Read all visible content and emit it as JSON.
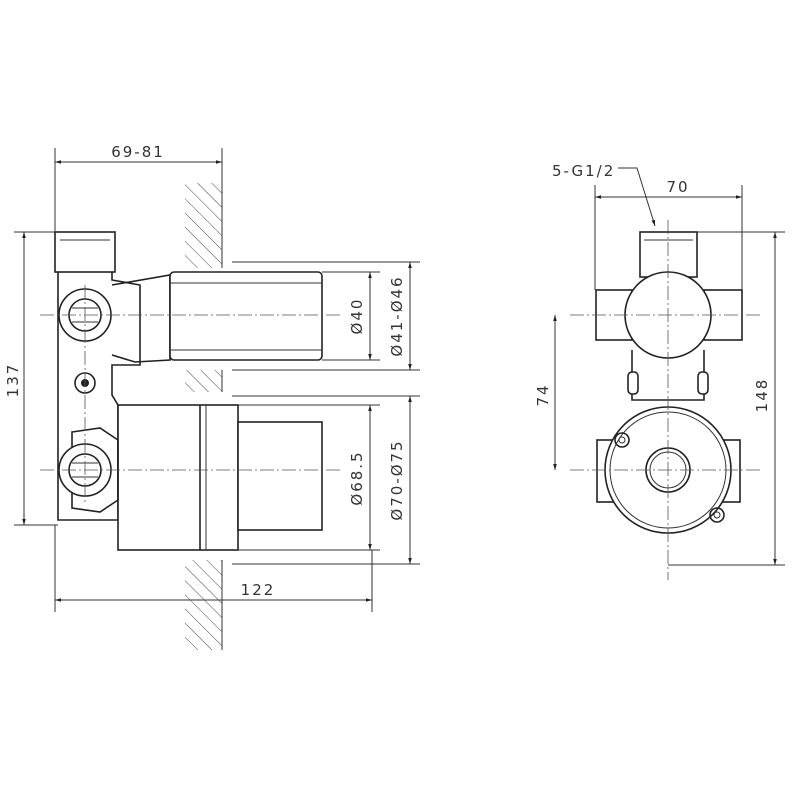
{
  "side_view": {
    "dim_wall_depth": "69-81",
    "dim_height": "137",
    "dim_upper_inner_dia": "Ø40",
    "dim_upper_outer_dia": "Ø41-Ø46",
    "dim_lower_inner_dia": "Ø68.5",
    "dim_lower_outer_dia": "Ø70-Ø75",
    "dim_length": "122"
  },
  "front_view": {
    "thread_label": "5-G1/2",
    "dim_width": "70",
    "dim_center_distance": "74",
    "dim_height": "148"
  }
}
